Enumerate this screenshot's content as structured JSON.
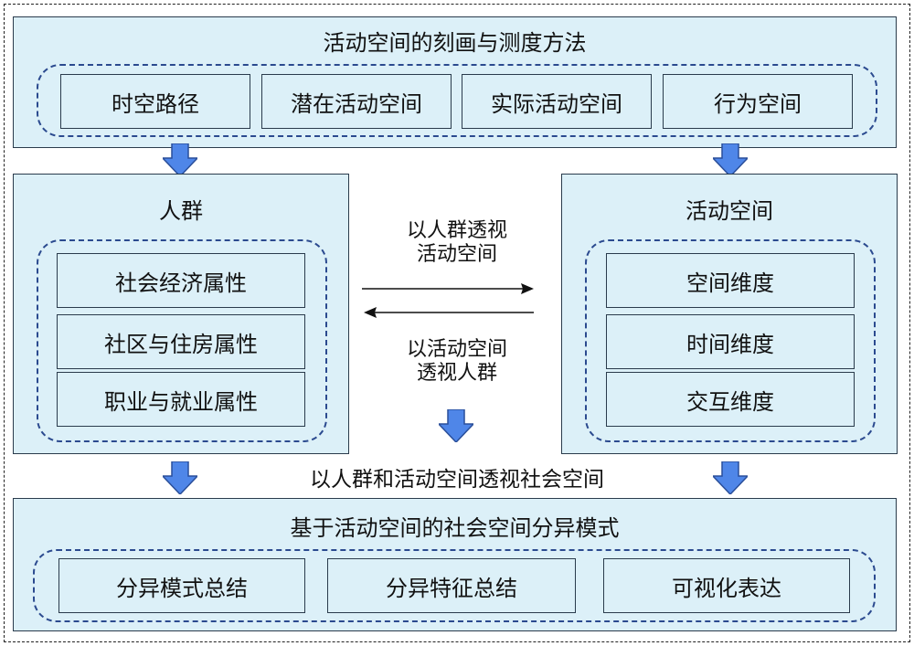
{
  "top": {
    "title": "活动空间的刻画与测度方法",
    "items": [
      "时空路径",
      "潜在活动空间",
      "实际活动空间",
      "行为空间"
    ]
  },
  "left": {
    "title": "人群",
    "items": [
      "社会经济属性",
      "社区与住房属性",
      "职业与就业属性"
    ]
  },
  "right": {
    "title": "活动空间",
    "items": [
      "空间维度",
      "时间维度",
      "交互维度"
    ]
  },
  "middle": {
    "forward_line1": "以人群透视",
    "forward_line2": "活动空间",
    "backward_line1": "以活动空间",
    "backward_line2": "透视人群",
    "combined": "以人群和活动空间透视社会空间"
  },
  "bottom": {
    "title": "基于活动空间的社会空间分异模式",
    "items": [
      "分异模式总结",
      "分异特征总结",
      "可视化表达"
    ]
  },
  "colors": {
    "panel_fill": "#dcf0f8",
    "border": "#2a3b4c",
    "dash_group": "#2b4a8f",
    "arrow_fill": "#4f86e8"
  }
}
